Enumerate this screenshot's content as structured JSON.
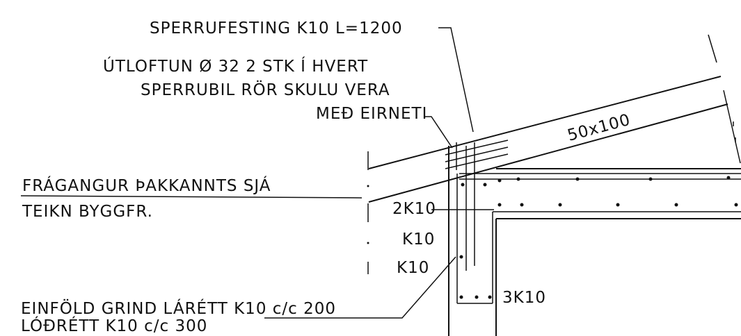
{
  "labels": {
    "sperrufesting": "SPERRUFESTING K10 L=1200",
    "utloftun_1": "ÚTLOFTUN Ø 32 2 STK Í HVERT",
    "utloftun_2": "SPERRUBIL RÖR SKULU VERA",
    "utloftun_3": "MEÐ EIRNETI",
    "rafter_size": "50x100",
    "fragangur_1": "FRÁGANGUR ÞAKKANNTS SJÁ",
    "fragangur_2": "TEIKN BYGGFR.",
    "rebar_2k10": "2K10",
    "rebar_k10_a": "K10",
    "rebar_k10_b": "K10",
    "rebar_3k10": "3K10",
    "grind_1": "EINFÖLD GRIND LÁRÉTT K10 c/c 200",
    "grind_2": "LÓÐRÉTT K10 c/c 300"
  }
}
